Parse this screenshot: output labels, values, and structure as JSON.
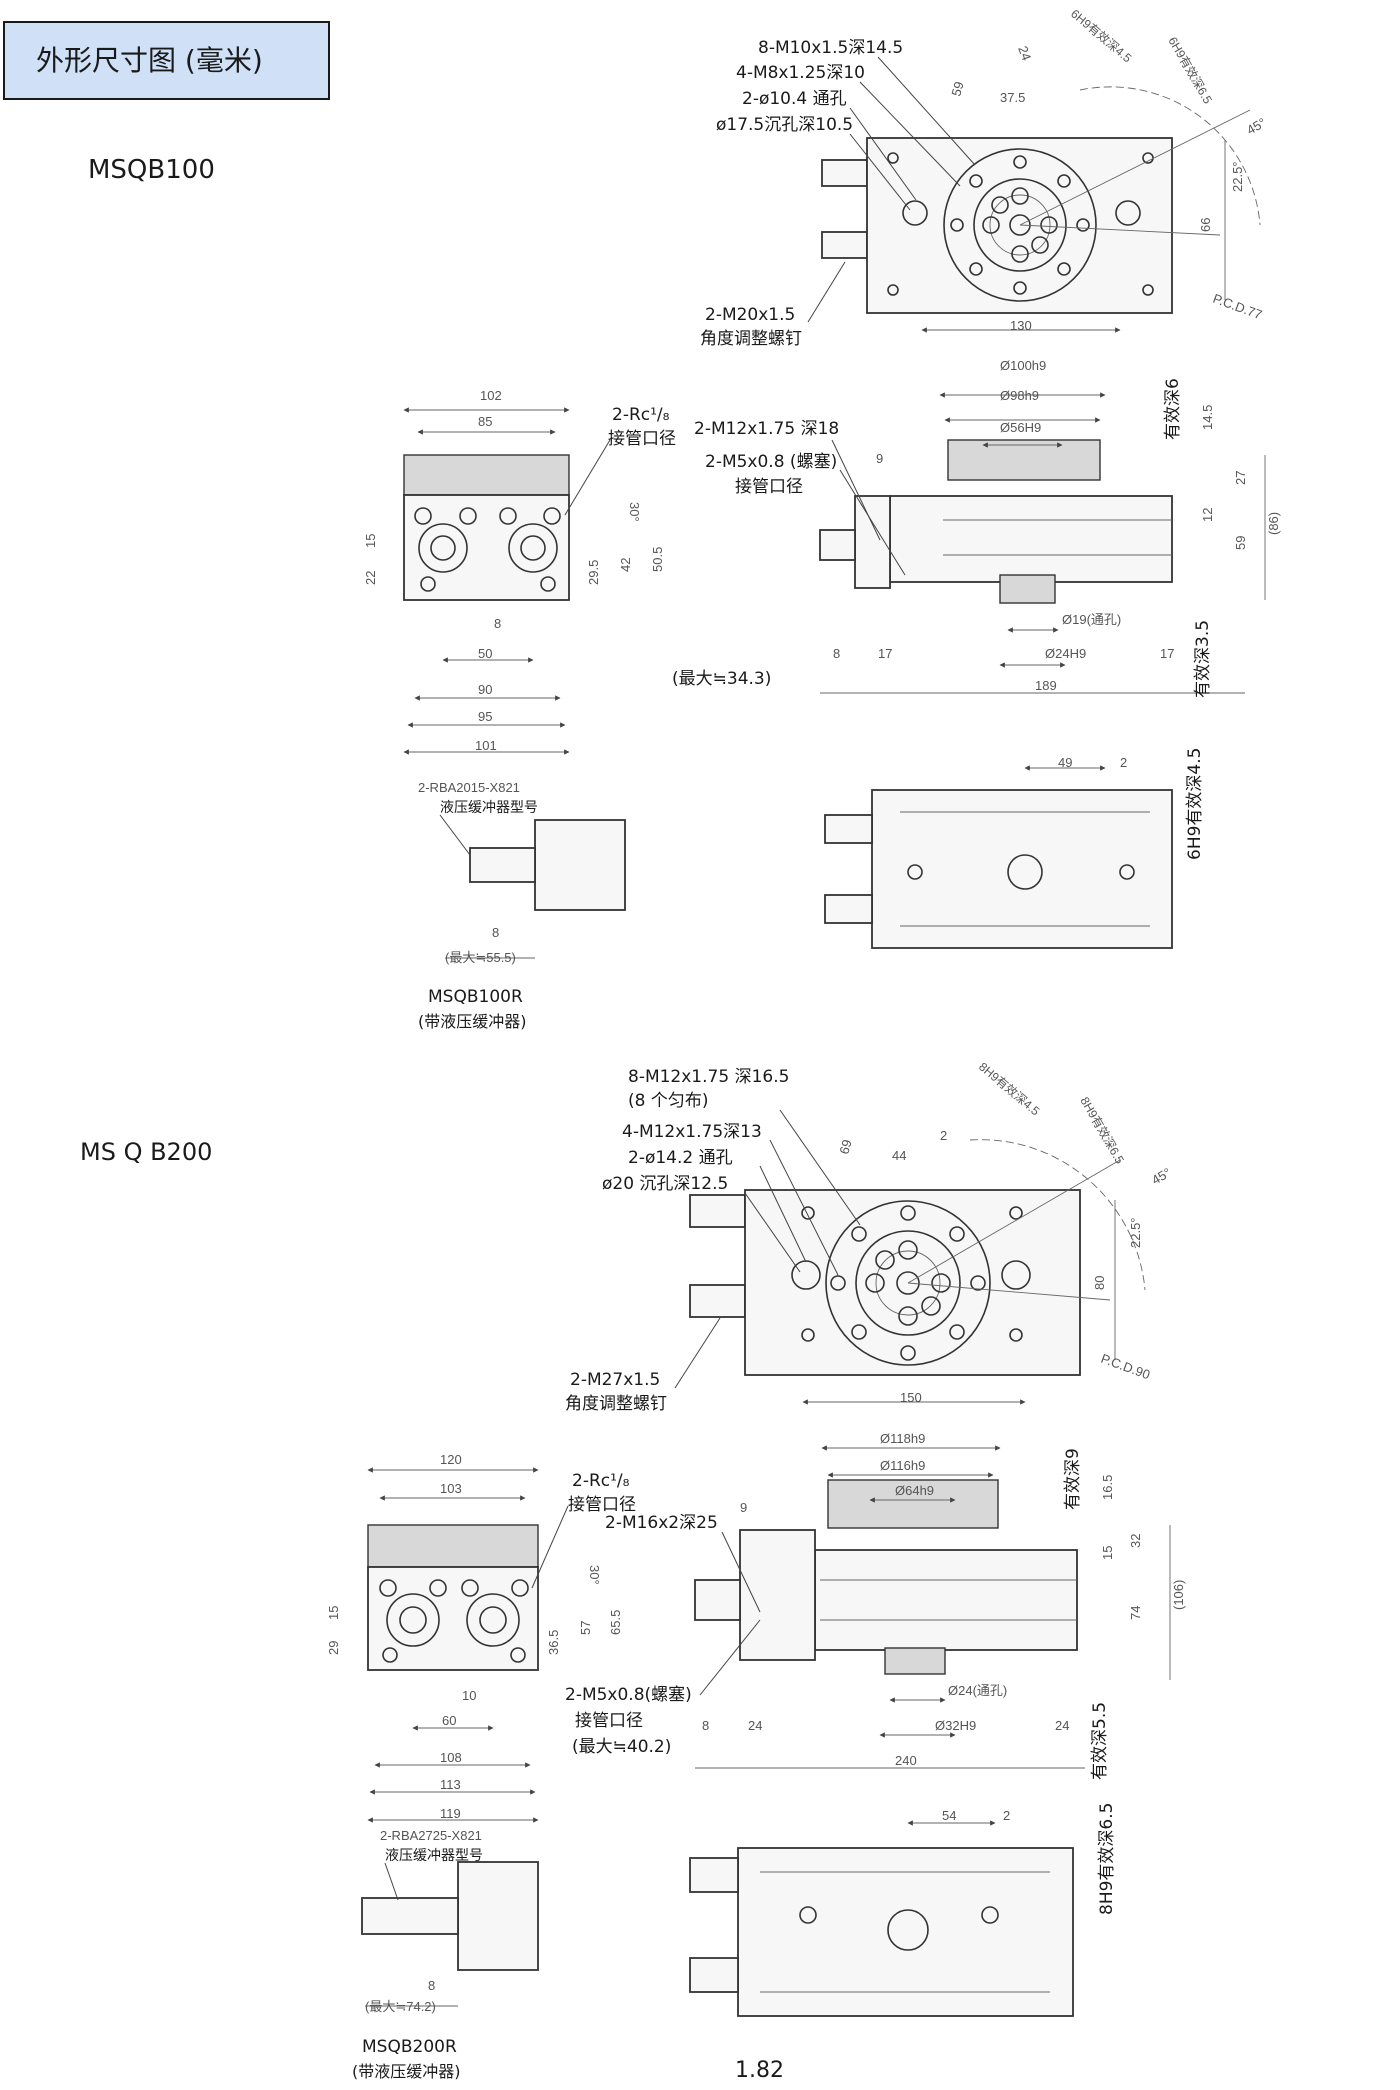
{
  "header": {
    "title": "外形尺寸图 (毫米)"
  },
  "page_number": "1.82",
  "models": [
    {
      "model": "MSQB100",
      "top_view": {
        "callouts": [
          "8-M10x1.5深14.5",
          "4-M8x1.25深10",
          "2-ø10.4 通孔",
          "ø17.5沉孔深10.5"
        ],
        "screw_label": [
          "2-M20x1.5",
          "角度调整螺钉"
        ],
        "dims": [
          "59",
          "37.5",
          "24",
          "130",
          "66",
          "22.5°",
          "45°",
          "P.C.D.77",
          "6H9有效深4.5",
          "6H9有效深6.5"
        ]
      },
      "front_view": {
        "port_label": [
          "2-Rc¹/₈",
          "接管口径"
        ],
        "dims": [
          "102",
          "85",
          "30°",
          "15",
          "22",
          "29.5",
          "42",
          "50.5",
          "8",
          "50",
          "90",
          "95",
          "101"
        ]
      },
      "side_view": {
        "callouts": [
          "2-M12x1.75 深18",
          "2-M5x0.8 (螺塞)",
          "接管口径",
          "(最大≒34.3)"
        ],
        "dims": [
          "Ø100h9",
          "Ø98h9",
          "Ø56H9",
          "有效深6",
          "14.5",
          "27",
          "12",
          "59",
          "(86)",
          "9",
          "Ø19(通孔)",
          "Ø24H9",
          "8",
          "17",
          "189",
          "17",
          "有效深3.5"
        ]
      },
      "bottom_view": {
        "dims": [
          "49",
          "2",
          "6H9有效深4.5"
        ]
      },
      "absorber": {
        "label": [
          "2-RBA2015-X821",
          "液压缓冲器型号"
        ],
        "dims": [
          "8",
          "(最大≒55.5)"
        ],
        "caption": [
          "MSQB100R",
          "(带液压缓冲器)"
        ]
      }
    },
    {
      "model": "MS Q B200",
      "top_view": {
        "callouts": [
          "8-M12x1.75 深16.5",
          "(8 个匀布)",
          "4-M12x1.75深13",
          "2-ø14.2 通孔",
          "ø20 沉孔深12.5"
        ],
        "screw_label": [
          "2-M27x1.5",
          "角度调整螺钉"
        ],
        "dims": [
          "69",
          "44",
          "2",
          "150",
          "80",
          "22.5°",
          "45°",
          "P.C.D.90",
          "8H9有效深4.5",
          "8H9有效深6.5"
        ]
      },
      "front_view": {
        "port_label": [
          "2-Rc¹/₈",
          "接管口径"
        ],
        "dims": [
          "120",
          "103",
          "30°",
          "15",
          "29",
          "36.5",
          "57",
          "65.5",
          "10",
          "60",
          "108",
          "113",
          "119"
        ]
      },
      "side_view": {
        "callouts": [
          "2-M16x2深25",
          "2-M5x0.8(螺塞)",
          "接管口径",
          "(最大≒40.2)"
        ],
        "dims": [
          "Ø118h9",
          "Ø116h9",
          "Ø64h9",
          "有效深9",
          "16.5",
          "15",
          "32",
          "74",
          "(106)",
          "9",
          "Ø24(通孔)",
          "Ø32H9",
          "8",
          "24",
          "240",
          "24",
          "有效深5.5"
        ]
      },
      "bottom_view": {
        "dims": [
          "54",
          "2",
          "8H9有效深6.5"
        ]
      },
      "absorber": {
        "label": [
          "2-RBA2725-X821",
          "液压缓冲器型号"
        ],
        "dims": [
          "8",
          "(最大≒74.2)"
        ],
        "caption": [
          "MSQB200R",
          "(带液压缓冲器)"
        ]
      }
    }
  ]
}
